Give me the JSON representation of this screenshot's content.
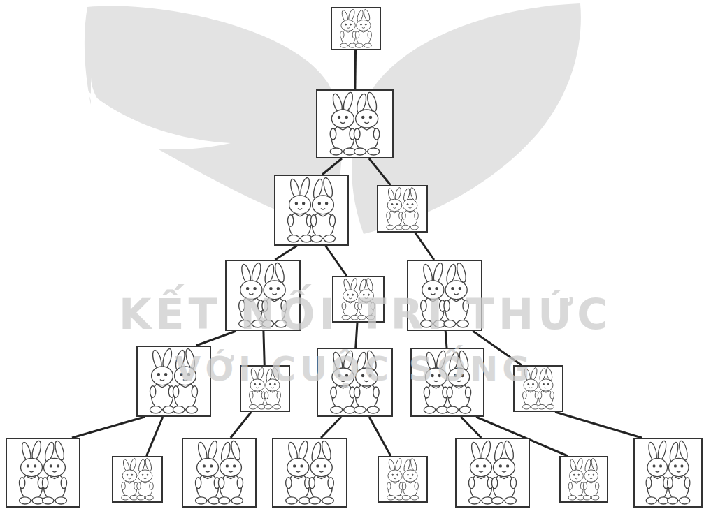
{
  "diagram": {
    "nodes": [
      {
        "text": []
      },
      {
        "text": []
      },
      {
        "text": []
      },
      {
        "text": []
      },
      {
        "text": []
      },
      {
        "text": []
      },
      {
        "text": []
      },
      {
        "text": []
      },
      {
        "text": []
      },
      {
        "text": []
      },
      {
        "text": []
      },
      {
        "text": []
      },
      {
        "text": []
      },
      {
        "text": []
      },
      {
        "text": []
      },
      {
        "text": []
      },
      {
        "text": []
      },
      {
        "text": []
      },
      {
        "text": []
      },
      {
        "text": []
      }
    ],
    "edges": [
      {
        "from": 0,
        "to": 1,
        "arrow": "none"
      },
      {
        "from": 1,
        "to": 2,
        "arrow": "none"
      },
      {
        "from": 1,
        "to": 3,
        "arrow": "none"
      },
      {
        "from": 2,
        "to": 4,
        "arrow": "none"
      },
      {
        "from": 2,
        "to": 5,
        "arrow": "none"
      },
      {
        "from": 3,
        "to": 6,
        "arrow": "none"
      },
      {
        "from": 4,
        "to": 7,
        "arrow": "none"
      },
      {
        "from": 4,
        "to": 8,
        "arrow": "none"
      },
      {
        "from": 5,
        "to": 9,
        "arrow": "none"
      },
      {
        "from": 6,
        "to": 10,
        "arrow": "none"
      },
      {
        "from": 6,
        "to": 11,
        "arrow": "none"
      },
      {
        "from": 7,
        "to": 12,
        "arrow": "none"
      },
      {
        "from": 7,
        "to": 13,
        "arrow": "none"
      },
      {
        "from": 8,
        "to": 14,
        "arrow": "none"
      },
      {
        "from": 9,
        "to": 15,
        "arrow": "none"
      },
      {
        "from": 9,
        "to": 16,
        "arrow": "none"
      },
      {
        "from": 10,
        "to": 17,
        "arrow": "none"
      },
      {
        "from": 10,
        "to": 18,
        "arrow": "none"
      },
      {
        "from": 11,
        "to": 19,
        "arrow": "none"
      }
    ],
    "labels": [
      "KẾT NỐI TRI THỨC",
      "VỚI CUỘC SỐNG"
    ]
  }
}
